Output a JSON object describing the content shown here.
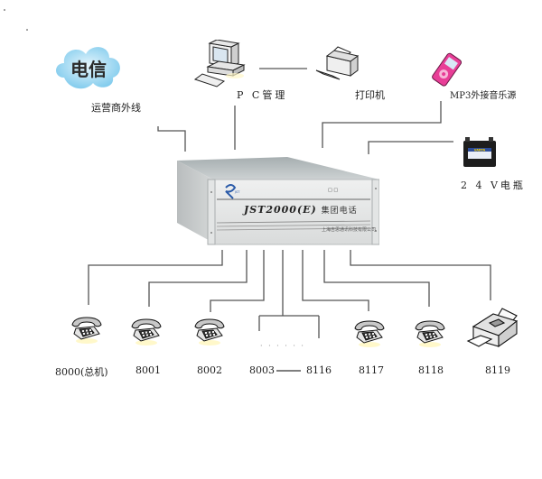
{
  "diagram": {
    "title": "JST2000(E) 集团电话 system connection diagram",
    "central_unit": {
      "model": "JST2000(E)",
      "name": "集团电话",
      "maker_line": "上海吉思通讯科技有限公司",
      "indicator": "□ □"
    },
    "top_devices": [
      {
        "id": "telecom",
        "icon": "cloud-icon",
        "icon_text": "电信",
        "label": "运营商外线"
      },
      {
        "id": "pc",
        "icon": "computer-icon",
        "label": "P C管理"
      },
      {
        "id": "printer",
        "icon": "printer-icon",
        "label": "打印机"
      },
      {
        "id": "mp3",
        "icon": "mp3-player-icon",
        "label": "MP3外接音乐源"
      },
      {
        "id": "battery",
        "icon": "battery-icon",
        "label": "2 4 V电瓶",
        "brand": "VARTA"
      }
    ],
    "extensions": [
      {
        "icon": "telephone-icon",
        "label": "8000(总机)"
      },
      {
        "icon": "telephone-icon",
        "label": "8001"
      },
      {
        "icon": "telephone-icon",
        "label": "8002"
      },
      {
        "icon": "ellipsis-icon",
        "label_start": "8003",
        "label_end": "8116",
        "dots": "· · · · · ·"
      },
      {
        "icon": "telephone-icon",
        "label": "8117"
      },
      {
        "icon": "telephone-icon",
        "label": "8118"
      },
      {
        "icon": "fax-icon",
        "label": "8119"
      }
    ]
  }
}
